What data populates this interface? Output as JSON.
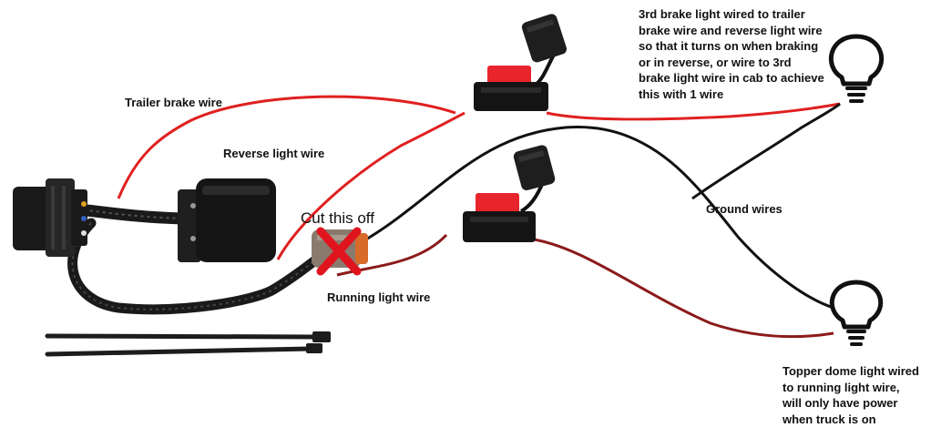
{
  "labels": {
    "trailer_brake_wire": "Trailer brake wire",
    "reverse_light_wire": "Reverse light wire",
    "cut_this_off": "Cut this off",
    "running_light_wire": "Running light wire",
    "ground_wires": "Ground wires",
    "third_brake_light_note": "3rd brake light wired to trailer\nbrake wire and reverse light wire\nso that it turns on when braking\nor in reverse, or wire to 3rd\nbrake light wire in cab to achieve\nthis with 1 wire",
    "topper_dome_light_note": "Topper dome light wired\nto running light wire,\nwill only have power\nwhen truck is on"
  },
  "colors": {
    "red_wire": "#e02020",
    "black_wire": "#111111",
    "dark_red_wire": "#8b1a1a",
    "fuse_red": "#e8242c",
    "cut_mark": "#e0141e",
    "harness": "#1a1a1a"
  }
}
